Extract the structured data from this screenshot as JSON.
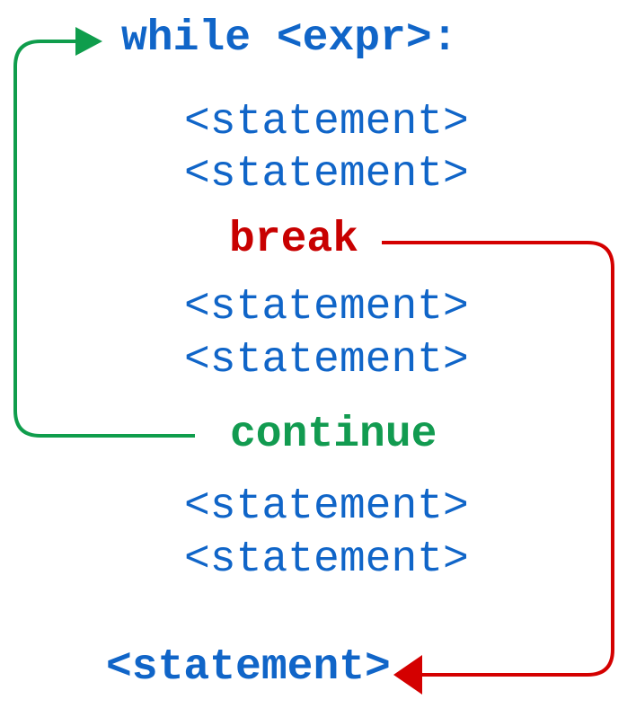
{
  "code": {
    "while_line": "while <expr>:",
    "statement": "<statement>",
    "break_label": "break",
    "continue_label": "continue",
    "final_statement": "<statement>"
  },
  "colors": {
    "keyword_blue": "#1065c8",
    "break_red": "#c80000",
    "break_arrow_red": "#d40000",
    "continue_green": "#129b50",
    "continue_arrow_green": "#0f9d4c",
    "background": "#ffffff"
  }
}
